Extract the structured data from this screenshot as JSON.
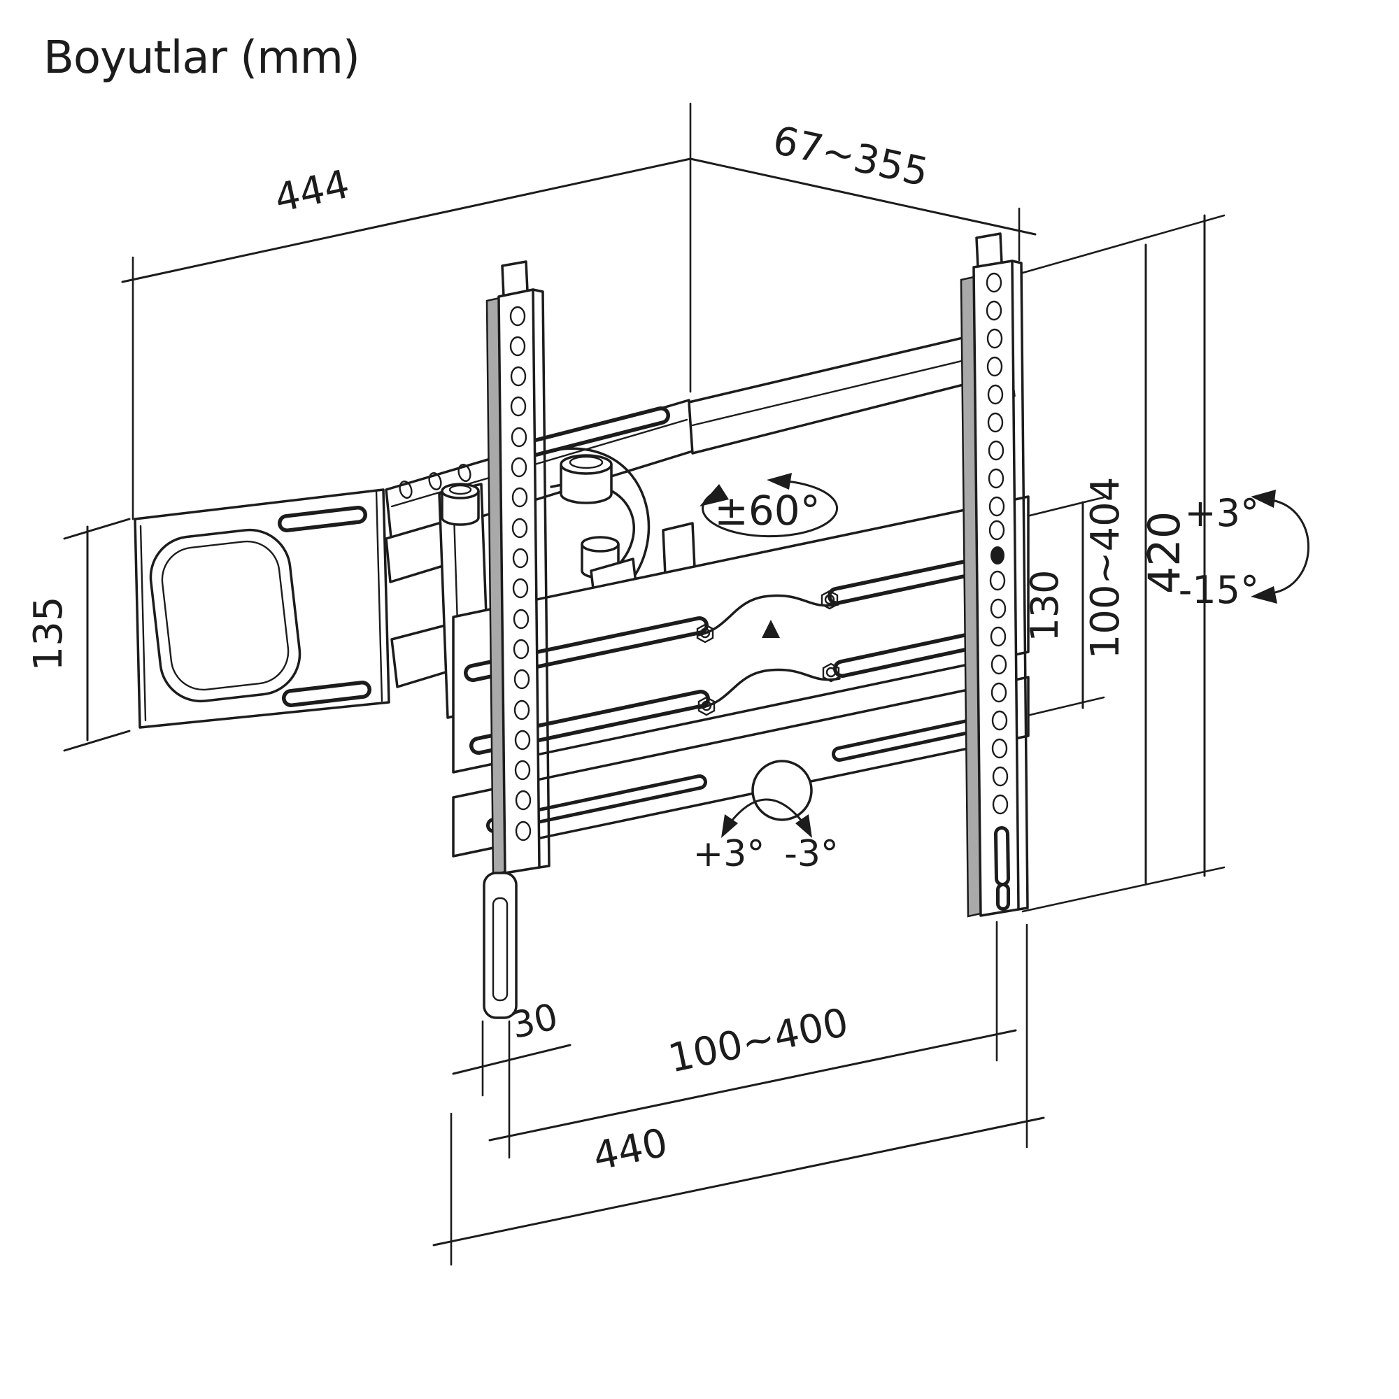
{
  "title": "Boyutlar (mm)",
  "accent_color": "#1c1c1c",
  "diagram": "articulating-tv-wall-mount-isometric",
  "dimensions": {
    "arm_length": "444",
    "extension_depth": "67~355",
    "wall_plate_height": "135",
    "swivel_angle": "±60°",
    "tilt_up": "+3°",
    "tilt_down": "-15°",
    "bracket_height": "420",
    "vesa_vertical": "100~404",
    "hook_spacing": "130",
    "roll_left": "+3°",
    "roll_right": "-3°",
    "hook_depth": "30",
    "vesa_horizontal": "100~400",
    "crossbar_width": "440"
  }
}
